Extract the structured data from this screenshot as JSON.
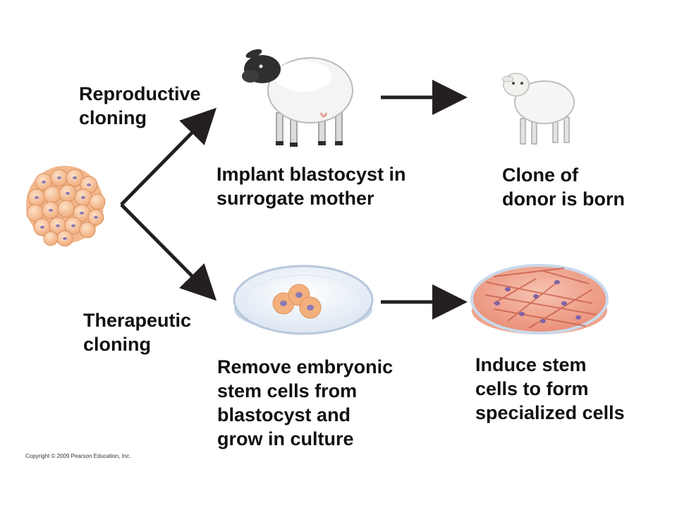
{
  "labels": {
    "reproductive": "Reproductive\ncloning",
    "therapeutic": "Therapeutic\ncloning",
    "implant": "Implant blastocyst in\nsurrogate mother",
    "clone": "Clone of\ndonor is born",
    "remove": "Remove embryonic\nstem cells from\nblastocyst and\ngrow in culture",
    "induce": "Induce stem\ncells to form\nspecialized cells"
  },
  "copyright": "Copyright © 2009 Pearson Education, Inc.",
  "icons": [
    "blastocyst-icon",
    "adult-sheep-icon",
    "lamb-icon",
    "petri-dish-stem-cells-icon",
    "petri-dish-specialized-cells-icon"
  ],
  "colors": {
    "arrow": "#231f20",
    "cell_fill": "#f3b98d",
    "cell_nucleus": "#8a7ab6",
    "dish_rim": "#c9d9ec",
    "tissue": "#f0a38d"
  }
}
